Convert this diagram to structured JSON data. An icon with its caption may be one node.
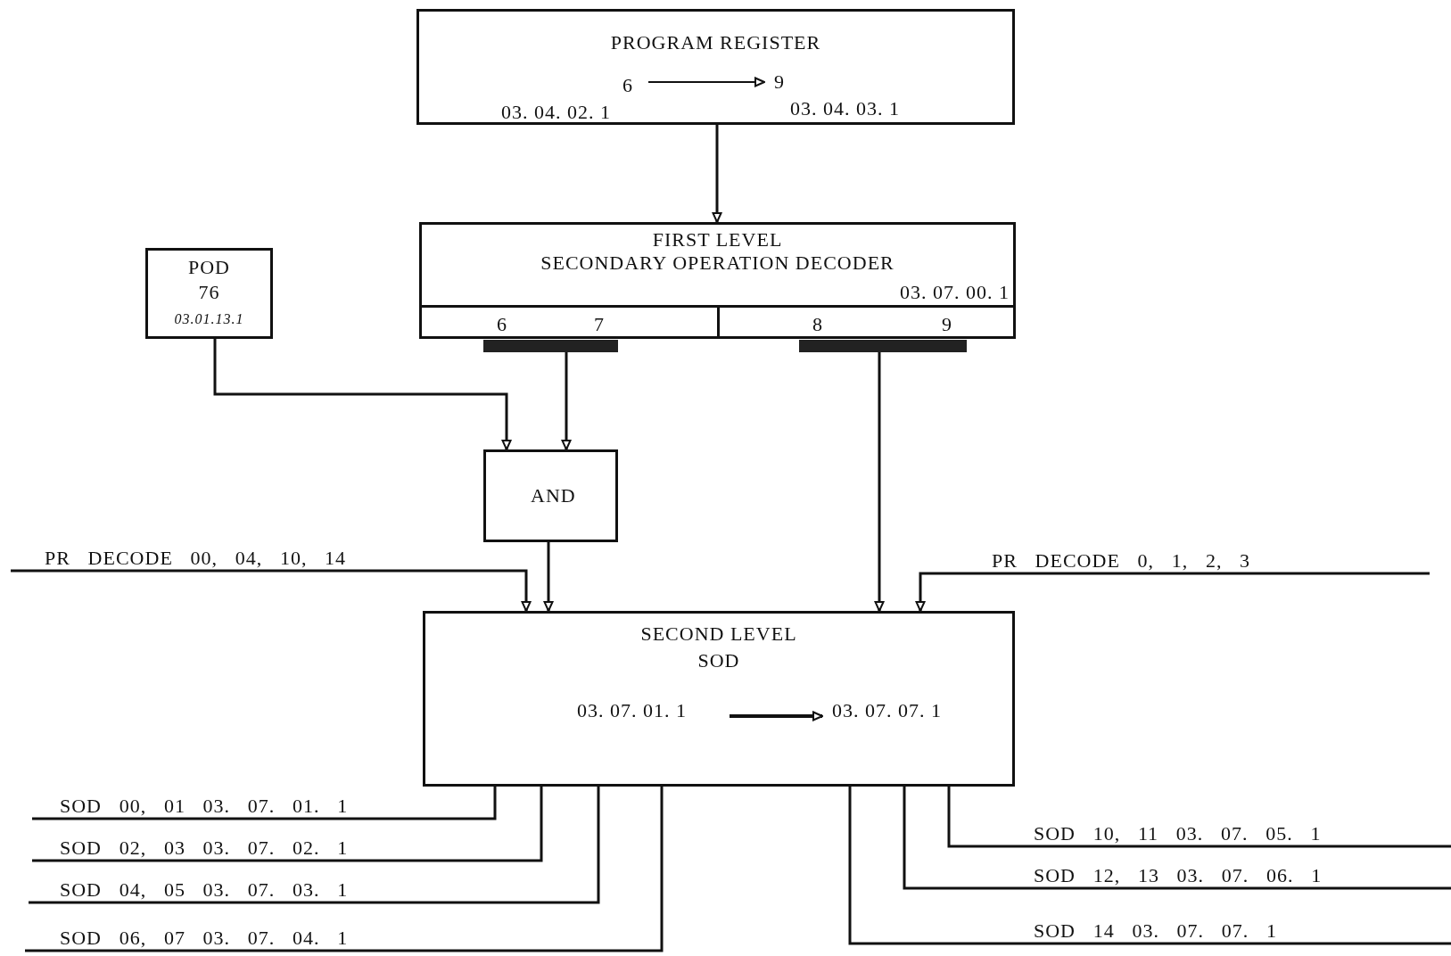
{
  "diagram": {
    "nodes": [
      {
        "text": [
          "PROGRAM REGISTER",
          "6",
          "9",
          "03. 04. 02. 1",
          "03. 04. 03. 1"
        ]
      },
      {
        "text": [
          "FIRST LEVEL",
          "SECONDARY OPERATION DECODER",
          "03. 07. 00. 1"
        ]
      },
      {
        "text": [
          "6",
          "7"
        ],
        "in": 1
      },
      {
        "text": [
          "8",
          "9"
        ],
        "in": 1
      },
      {
        "text": [
          "POD",
          "76",
          "03.01.13.1"
        ]
      },
      {
        "text": [
          "AND"
        ]
      },
      {
        "text": [
          "SECOND LEVEL",
          "SOD",
          "03. 07. 01. 1",
          "03. 07. 07. 1"
        ]
      },
      {
        "text": [],
        "shape": "bar"
      },
      {
        "text": [],
        "shape": "bar"
      }
    ],
    "edges": [
      {
        "from": 0,
        "to": 1,
        "arrow": "to"
      },
      {
        "from": 4,
        "to": 5,
        "arrow": "to"
      },
      {
        "from": 7,
        "to": 5,
        "arrow": "to"
      },
      {
        "from": 8,
        "to": 6,
        "arrow": "to"
      },
      {
        "from": 5,
        "to": 6,
        "arrow": "to"
      },
      {
        "from": null,
        "to": 6,
        "arrow": "to",
        "label": "PR DECODE 00, 04, 10, 14"
      },
      {
        "from": null,
        "to": 6,
        "arrow": "to",
        "label": "PR DECODE 0, 1, 2, 3"
      },
      {
        "from": 6,
        "to": null,
        "arrow": "none",
        "label": "SOD 00, 01 03. 07. 01. 1"
      },
      {
        "from": 6,
        "to": null,
        "arrow": "none",
        "label": "SOD 02, 03 03. 07. 02. 1"
      },
      {
        "from": 6,
        "to": null,
        "arrow": "none",
        "label": "SOD 04, 05 03. 07. 03. 1"
      },
      {
        "from": 6,
        "to": null,
        "arrow": "none",
        "label": "SOD 06, 07 03. 07. 04. 1"
      },
      {
        "from": 6,
        "to": null,
        "arrow": "none",
        "label": "SOD 10, 11 03. 07. 05. 1"
      },
      {
        "from": 6,
        "to": null,
        "arrow": "none",
        "label": "SOD 12, 13 03. 07. 06. 1"
      },
      {
        "from": 6,
        "to": null,
        "arrow": "none",
        "label": "SOD 14 03. 07. 07. 1"
      }
    ]
  }
}
